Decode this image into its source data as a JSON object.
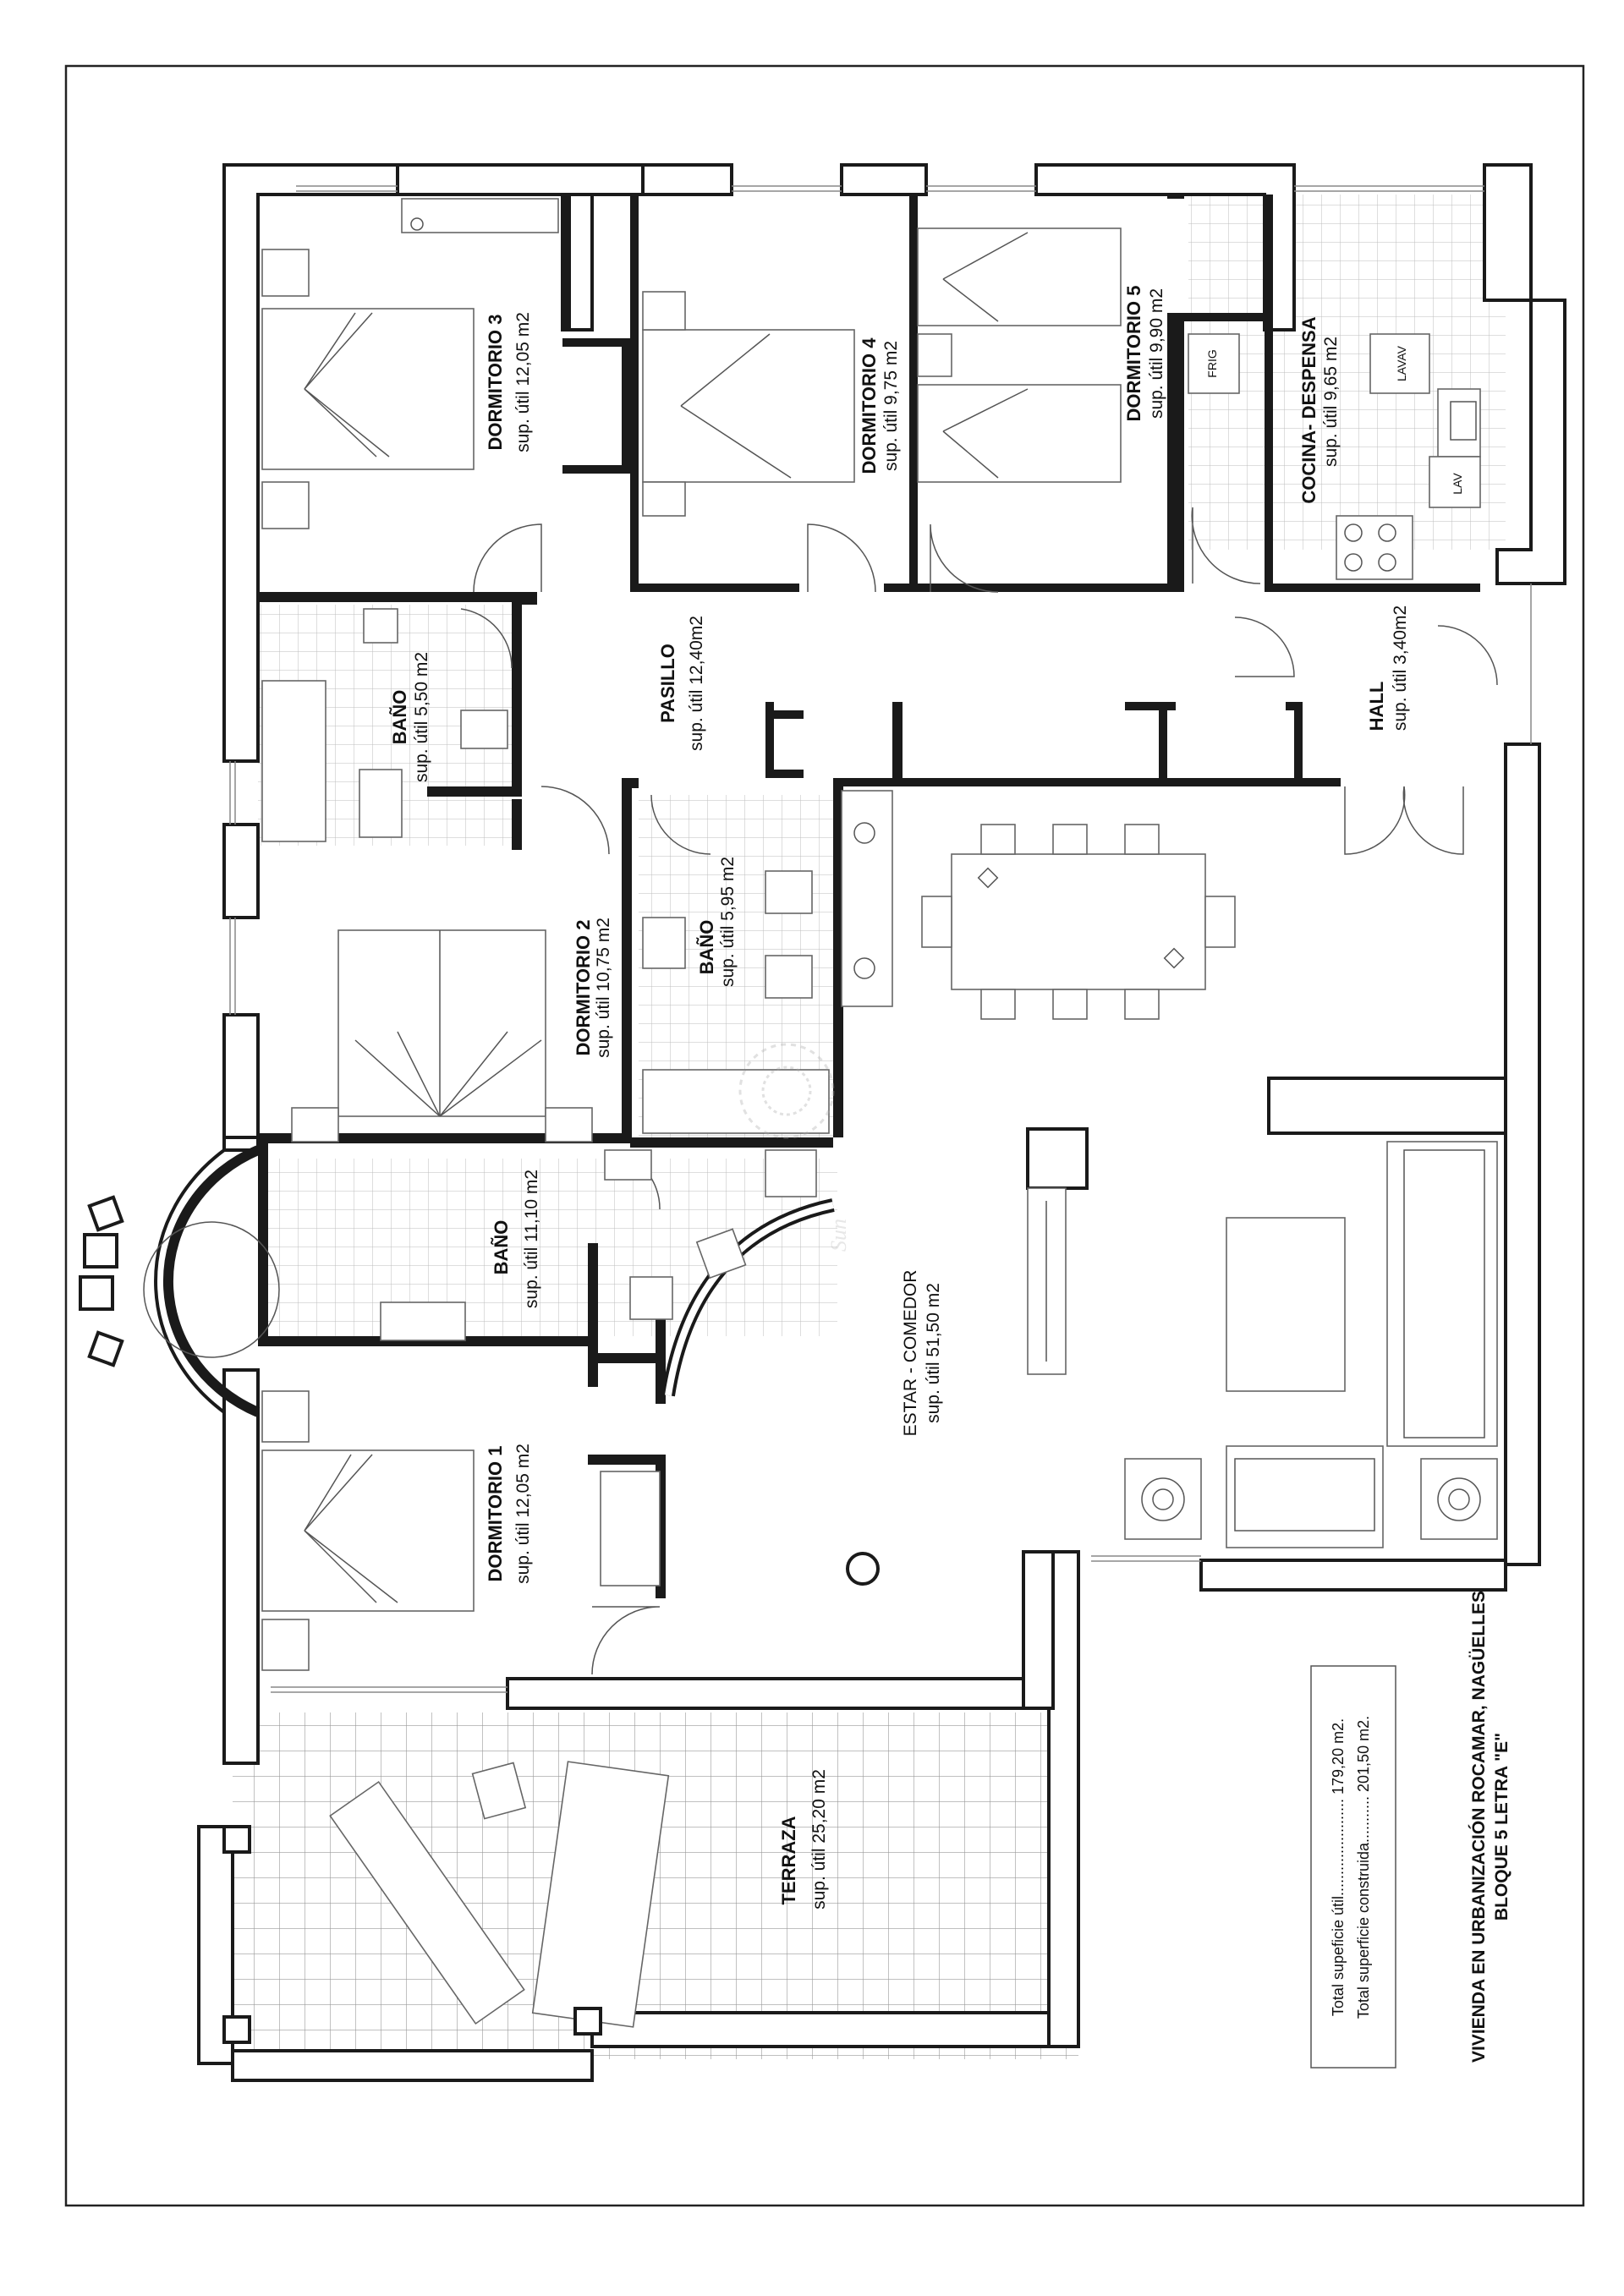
{
  "rooms": {
    "dormitorio3": {
      "name": "DORMITORIO 3",
      "area": "sup. útil 12,05 m2"
    },
    "dormitorio4": {
      "name": "DORMITORIO 4",
      "area": "sup. útil 9,75 m2"
    },
    "dormitorio5": {
      "name": "DORMITORIO 5",
      "area": "sup. útil 9,90 m2"
    },
    "cocina": {
      "name": "COCINA- DESPENSA",
      "area": "sup. útil 9,65 m2"
    },
    "bano1": {
      "name": "BAÑO",
      "area": "sup. útil 5,50 m2"
    },
    "pasillo": {
      "name": "PASILLO",
      "area": "sup. útil 12,40m2"
    },
    "hall": {
      "name": "HALL",
      "area": "sup. útil 3,40m2"
    },
    "dormitorio2": {
      "name": "DORMITORIO 2",
      "area": "sup. útil 10,75 m2"
    },
    "bano2": {
      "name": "BAÑO",
      "area": "sup. útil 5,95 m2"
    },
    "bano3": {
      "name": "BAÑO",
      "area": "sup. útil 11,10 m2"
    },
    "estar": {
      "name": "ESTAR - COMEDOR",
      "area": "sup. útil 51,50 m2"
    },
    "dormitorio1": {
      "name": "DORMITORIO 1",
      "area": "sup. útil 12,05 m2"
    },
    "terraza": {
      "name": "TERRAZA",
      "area": "sup. útil 25,20 m2"
    }
  },
  "appliances": {
    "frig": "FRIG",
    "lavav": "LAVAV",
    "lav": "LAV"
  },
  "watermark": "Sun",
  "totals": {
    "util": "Total supeficie útil.......................  179,20 m2.",
    "construida": "Total superficie construida...........  201,50 m2."
  },
  "title": {
    "line1": "VIVIENDA EN URBANIZACIÓN ROCAMAR, NAGÜELLES",
    "line2": "BLOQUE 5 LETRA \"E\""
  }
}
